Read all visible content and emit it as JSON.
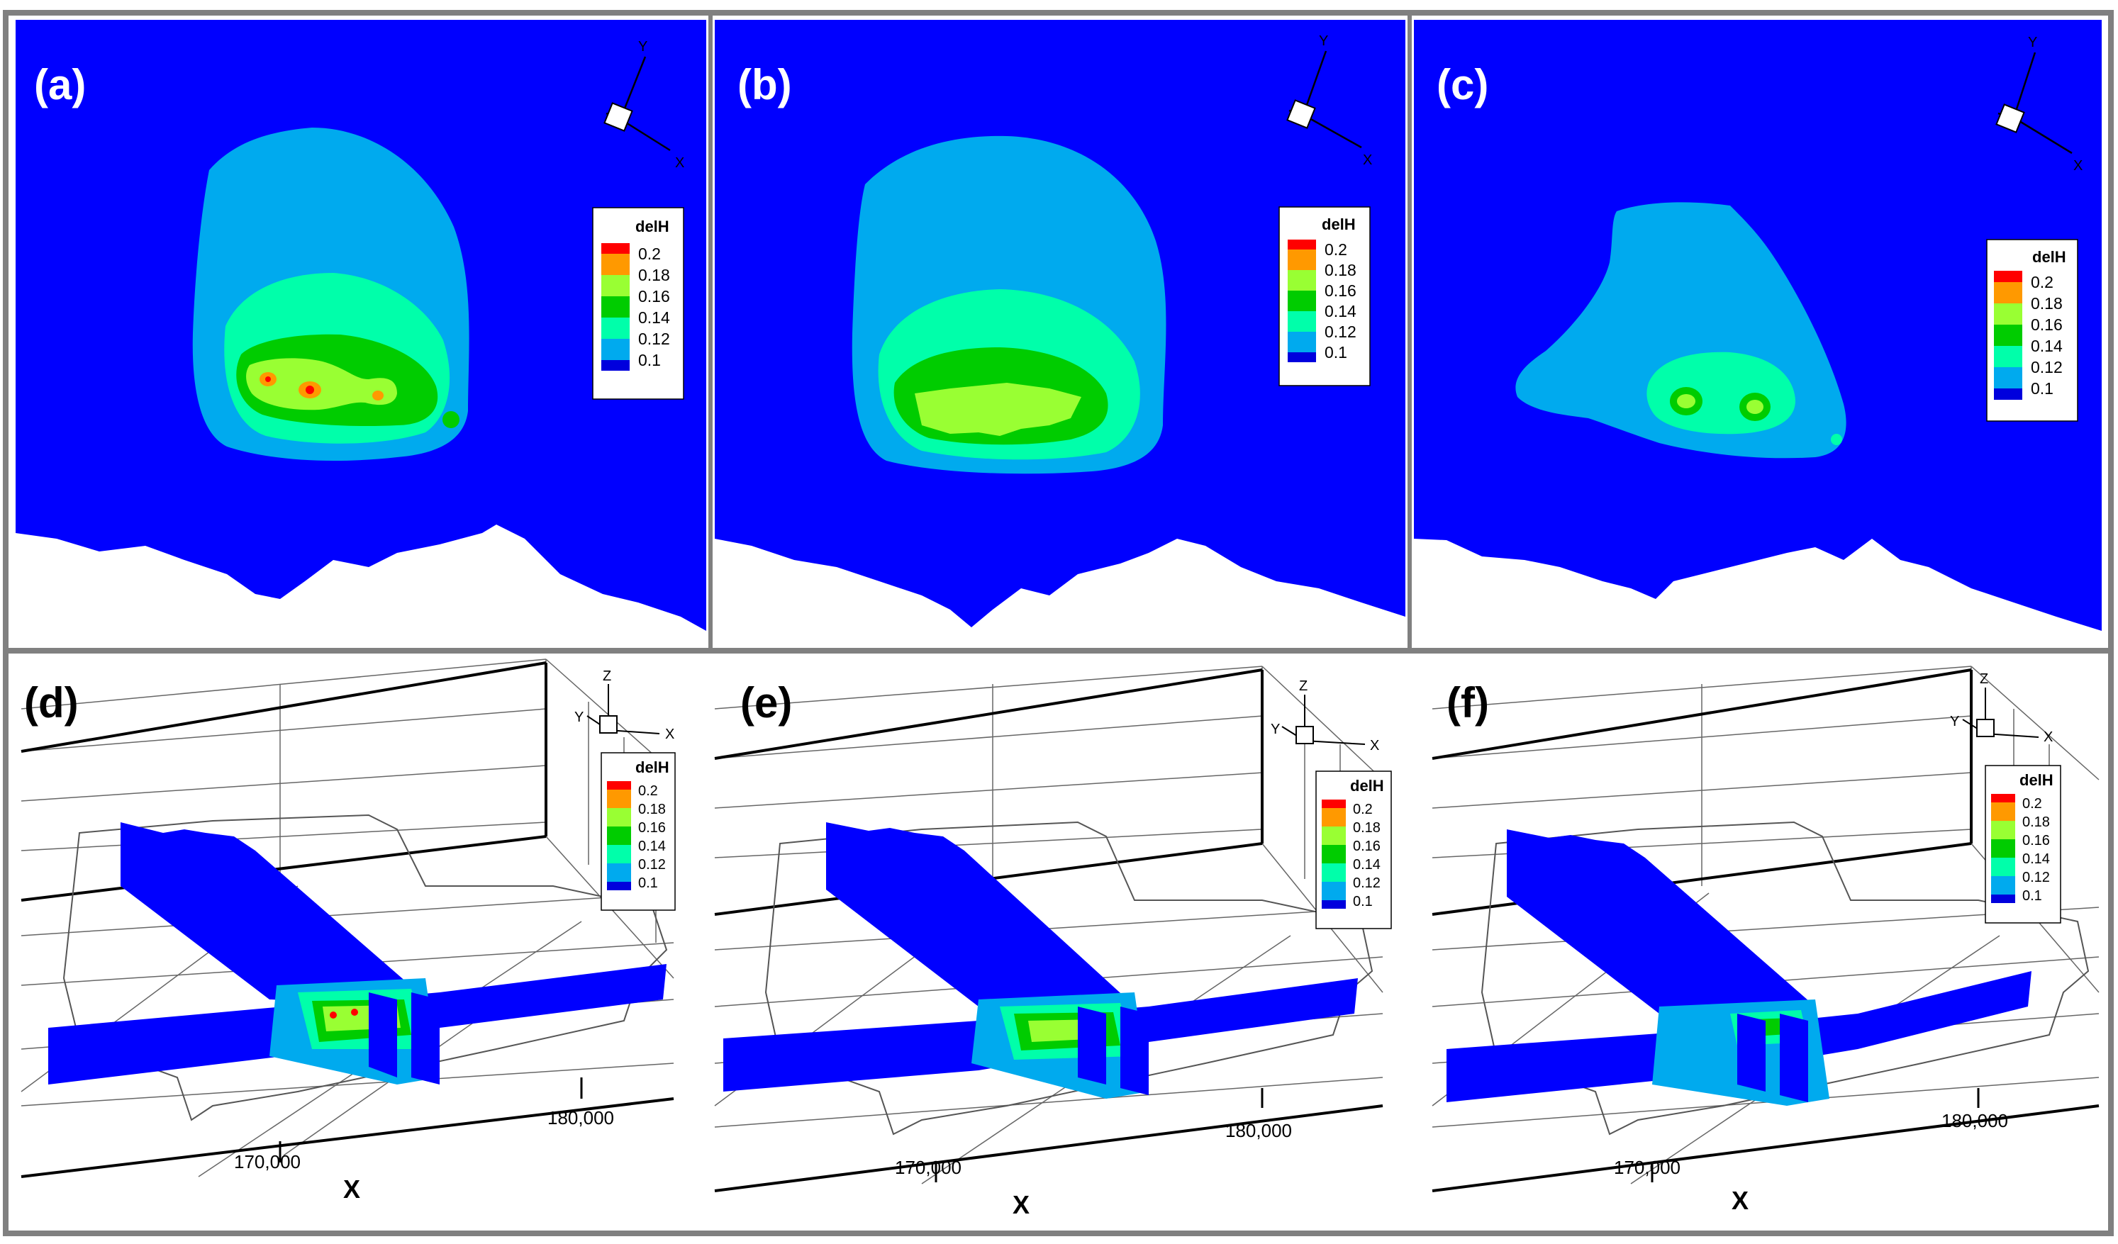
{
  "panels": {
    "a": {
      "label": "(a)"
    },
    "b": {
      "label": "(b)"
    },
    "c": {
      "label": "(c)"
    },
    "d": {
      "label": "(d)"
    },
    "e": {
      "label": "(e)"
    },
    "f": {
      "label": "(f)"
    }
  },
  "legend": {
    "title": "delH",
    "levels": [
      "0.2",
      "0.18",
      "0.16",
      "0.14",
      "0.12",
      "0.1"
    ],
    "colors": [
      "#ff0000",
      "#ff9900",
      "#99ff33",
      "#00cc00",
      "#00ffaa",
      "#00aaee",
      "#0000dd"
    ]
  },
  "axes": {
    "x": "X",
    "y": "Y",
    "z": "Z"
  },
  "ticks": [
    "170,000",
    "180,000"
  ],
  "colors": {
    "background": "#0000ff",
    "level1": "#00aaee",
    "level2": "#00ffaa",
    "level3": "#00cc00",
    "level4": "#99ff33",
    "level5": "#ff9900",
    "level6": "#ff0000",
    "panel_border": "#808080",
    "grid": "#666666"
  }
}
